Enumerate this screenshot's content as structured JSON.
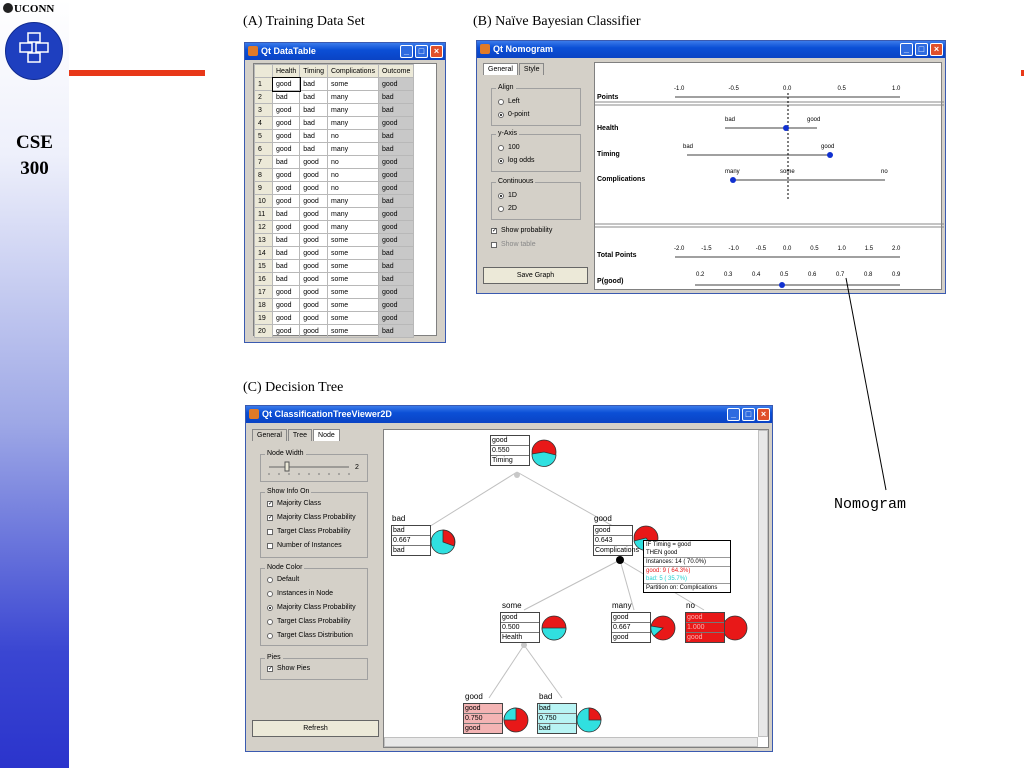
{
  "slide": {
    "institution": "UCONN",
    "course": {
      "line1": "CSE",
      "line2": "300"
    },
    "logo_icon": "computer-science-logo",
    "callout": "Nomogram",
    "colors": {
      "accent": "#e83818",
      "sidebar_bottom": "#2b34cc",
      "titlebar": "#0b4fd6"
    }
  },
  "captions": {
    "a": "(A) Training Data Set",
    "b": "(B) Naïve Bayesian Classifier",
    "c": "(C) Decision Tree"
  },
  "datatable": {
    "title": "Qt DataTable",
    "columns": [
      "",
      "Health",
      "Timing",
      "Complications",
      "Outcome"
    ],
    "rows": [
      [
        "1",
        "good",
        "bad",
        "some",
        "good"
      ],
      [
        "2",
        "bad",
        "bad",
        "many",
        "bad"
      ],
      [
        "3",
        "good",
        "bad",
        "many",
        "bad"
      ],
      [
        "4",
        "good",
        "bad",
        "many",
        "good"
      ],
      [
        "5",
        "good",
        "bad",
        "no",
        "bad"
      ],
      [
        "6",
        "good",
        "bad",
        "many",
        "bad"
      ],
      [
        "7",
        "bad",
        "good",
        "no",
        "good"
      ],
      [
        "8",
        "good",
        "good",
        "no",
        "good"
      ],
      [
        "9",
        "good",
        "good",
        "no",
        "good"
      ],
      [
        "10",
        "good",
        "good",
        "many",
        "bad"
      ],
      [
        "11",
        "bad",
        "good",
        "many",
        "good"
      ],
      [
        "12",
        "good",
        "good",
        "many",
        "good"
      ],
      [
        "13",
        "bad",
        "good",
        "some",
        "good"
      ],
      [
        "14",
        "bad",
        "good",
        "some",
        "bad"
      ],
      [
        "15",
        "bad",
        "good",
        "some",
        "bad"
      ],
      [
        "16",
        "bad",
        "good",
        "some",
        "bad"
      ],
      [
        "17",
        "good",
        "good",
        "some",
        "good"
      ],
      [
        "18",
        "good",
        "good",
        "some",
        "good"
      ],
      [
        "19",
        "good",
        "good",
        "some",
        "good"
      ],
      [
        "20",
        "good",
        "good",
        "some",
        "bad"
      ]
    ]
  },
  "nomogram": {
    "title": "Qt Nomogram",
    "tabs": [
      "General",
      "Style"
    ],
    "align": {
      "label": "Align",
      "options": [
        "Left",
        "0-point"
      ],
      "selected": 1
    },
    "yaxis": {
      "label": "y-Axis",
      "options": [
        "100",
        "log odds"
      ],
      "selected": 1
    },
    "continuous": {
      "label": "Continuous",
      "options": [
        "1D",
        "2D"
      ],
      "selected": 0
    },
    "show_probability": "Show probability",
    "show_table": "Show table",
    "save_button": "Save Graph",
    "points_label": "Points",
    "points_ticks": [
      "-1.0",
      "-0.5",
      "0.0",
      "0.5",
      "1.0"
    ],
    "attributes": [
      {
        "name": "Health",
        "values": [
          "bad",
          "good"
        ]
      },
      {
        "name": "Timing",
        "values": [
          "bad",
          "good"
        ]
      },
      {
        "name": "Complications",
        "values": [
          "many",
          "some",
          "no"
        ]
      }
    ],
    "total_points_label": "Total Points",
    "total_ticks": [
      "-2.0",
      "-1.5",
      "-1.0",
      "-0.5",
      "0.0",
      "0.5",
      "1.0",
      "1.5",
      "2.0"
    ],
    "pgood_label": "P(good)",
    "pgood_ticks": [
      "0.2",
      "0.3",
      "0.4",
      "0.5",
      "0.6",
      "0.7",
      "0.8",
      "0.9"
    ]
  },
  "tree": {
    "title": "Qt ClassificationTreeViewer2D",
    "tabs": [
      "General",
      "Tree",
      "Node"
    ],
    "node_width": {
      "label": "Node Width",
      "value": "2"
    },
    "show_info": {
      "label": "Show Info On",
      "items": [
        "Majority Class",
        "Majority Class Probability",
        "Target Class Probability",
        "Number of Instances"
      ],
      "checked": [
        true,
        true,
        false,
        false
      ]
    },
    "node_color": {
      "label": "Node Color",
      "items": [
        "Default",
        "Instances in Node",
        "Majority Class Probability",
        "Target Class Probability",
        "Target Class Distribution"
      ],
      "selected": 2
    },
    "pies": {
      "label": "Pies",
      "item": "Show Pies"
    },
    "refresh_button": "Refresh",
    "nodes": {
      "root": {
        "lines": [
          "good",
          "0.550",
          "Timing"
        ]
      },
      "bad": {
        "label": "bad",
        "lines": [
          "bad",
          "0.667",
          "bad"
        ]
      },
      "good": {
        "label": "good",
        "lines": [
          "good",
          "0.643",
          "Complications"
        ]
      },
      "some": {
        "label": "some",
        "lines": [
          "good",
          "0.500",
          "Health"
        ]
      },
      "many": {
        "label": "many",
        "lines": [
          "good",
          "0.667",
          "good"
        ]
      },
      "no": {
        "label": "no",
        "lines": [
          "good",
          "1.000",
          "good"
        ]
      },
      "leaf_good": {
        "label": "good",
        "lines": [
          "good",
          "0.750",
          "good"
        ]
      },
      "leaf_bad": {
        "label": "bad",
        "lines": [
          "bad",
          "0.750",
          "bad"
        ]
      }
    },
    "tooltip": {
      "lines": [
        "IF Timing = good",
        "THEN good",
        "Instances: 14  ( 70.0%)",
        "good: 9 ( 64.3%)",
        "bad: 5 ( 35.7%)",
        "Partition on: Complications"
      ]
    }
  }
}
